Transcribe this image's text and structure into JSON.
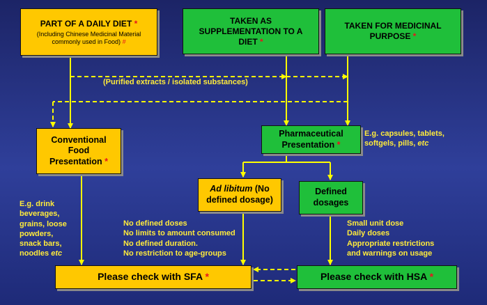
{
  "nodes": {
    "daily_diet": {
      "title": "PART OF A DAILY DIET",
      "star": "*",
      "sub": "(Including Chinese Medicinal Material commonly used in Food)",
      "hash": "#"
    },
    "supplementation": {
      "title": "TAKEN AS SUPPLEMENTATION TO A DIET",
      "star": "*"
    },
    "medicinal": {
      "title": "TAKEN FOR MEDICINAL PURPOSE",
      "star": "*"
    },
    "conventional": {
      "title": "Conventional Food Presentation",
      "star": "*"
    },
    "pharmaceutical": {
      "title": "Pharmaceutical Presentation",
      "star": "*"
    },
    "ad_libitum": {
      "title_italic": "Ad libitum",
      "title_rest": "(No defined dosage)"
    },
    "defined": {
      "title": "Defined dosages"
    },
    "sfa": {
      "title": "Please check with SFA",
      "star": "*"
    },
    "hsa": {
      "title": "Please check with HSA",
      "star": "*"
    }
  },
  "edge_labels": {
    "purified": "(Purified extracts / isolated substances)"
  },
  "notes": {
    "pharma_examples": {
      "text": "E.g. capsules, tablets, softgels, pills,",
      "etc": "etc"
    },
    "food_examples": {
      "text": "E.g. drink beverages, grains, loose powders, snack bars, noodles",
      "etc": "etc"
    },
    "adlib_notes": [
      "No defined doses",
      "No limits to amount consumed",
      "No defined duration.",
      "No restriction to age-groups"
    ],
    "defined_notes": [
      "Small unit dose",
      "Daily doses",
      "Appropriate restrictions",
      "and warnings on usage"
    ]
  },
  "colors": {
    "background": "#2a3488",
    "yellow_box": "#ffc800",
    "green_box": "#1fbf3a",
    "arrow": "#ffff00",
    "note_text": "#ffeb3b",
    "star": "#e8141c"
  }
}
